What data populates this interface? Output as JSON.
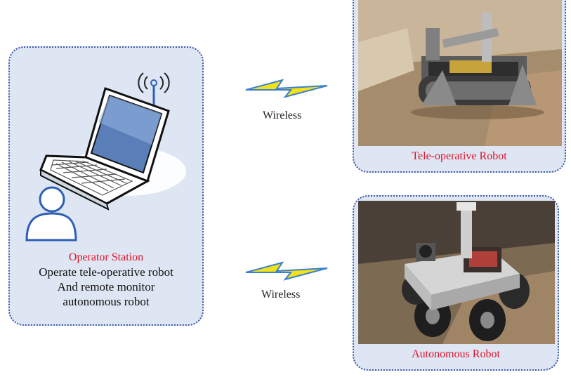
{
  "operator_station": {
    "title": "Operator Station",
    "line1": "Operate tele-operative robot",
    "line2": "And remote monitor",
    "line3": "autonomous robot"
  },
  "tele_robot": {
    "caption": "Tele-operative Robot"
  },
  "autonomous_robot": {
    "caption": "Autonomous Robot"
  },
  "links": [
    {
      "label": "Wireless"
    },
    {
      "label": "Wireless"
    }
  ],
  "colors": {
    "panel_fill": "#dde6f2",
    "panel_border": "#3c5aa8",
    "caption_red": "#e3122a",
    "bolt_yellow": "#f2e21a",
    "bolt_blue": "#3b7fd0"
  },
  "icons": [
    "laptop-icon",
    "antenna-icon",
    "user-icon",
    "lightning-bolt-icon"
  ]
}
